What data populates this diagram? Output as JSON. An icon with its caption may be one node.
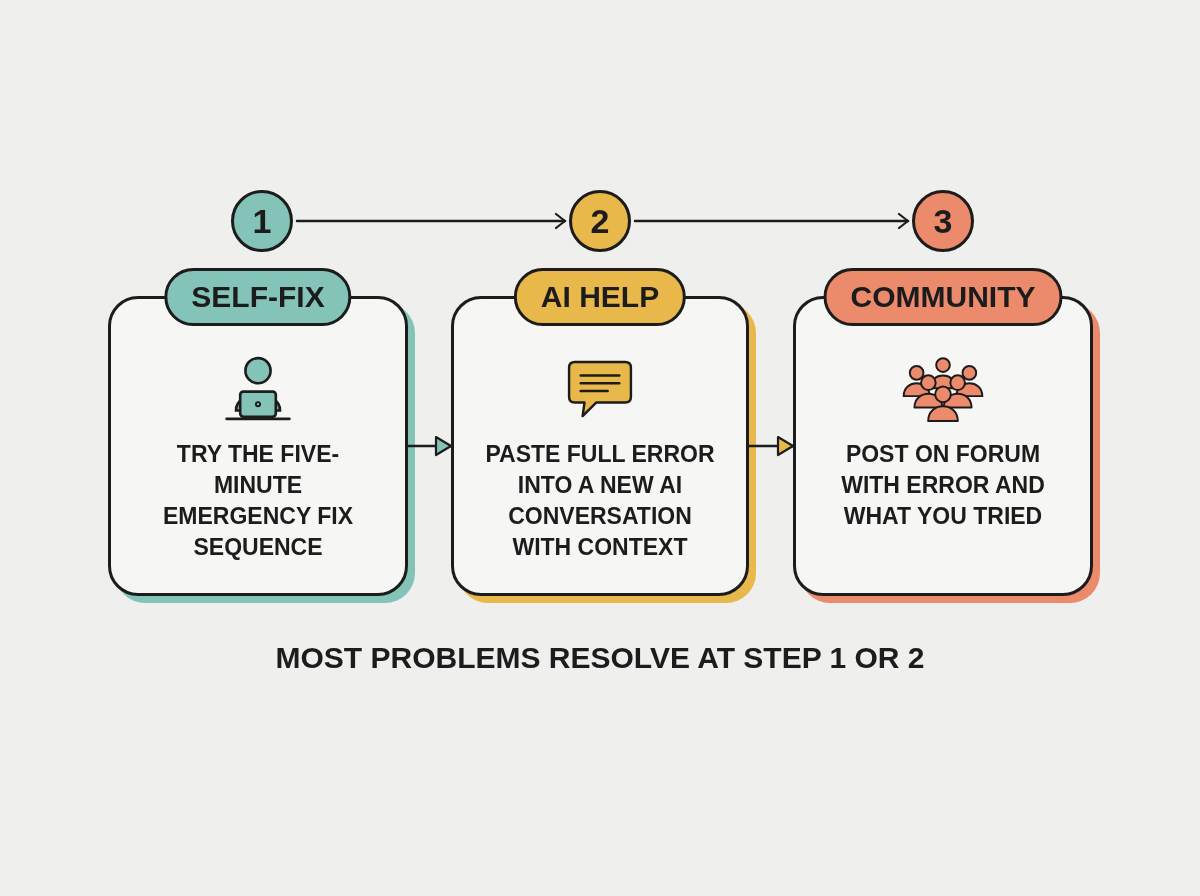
{
  "diagram": {
    "caption": "MOST PROBLEMS RESOLVE AT STEP 1 OR 2",
    "nodes": [
      {
        "text": [
          "1"
        ]
      },
      {
        "text": [
          "2"
        ]
      },
      {
        "text": [
          "3"
        ]
      },
      {
        "text": [
          "SELF-FIX",
          "TRY THE FIVE-MINUTE EMERGENCY FIX SEQUENCE"
        ]
      },
      {
        "text": [
          "AI HELP",
          "PASTE FULL ERROR INTO A NEW AI CONVERSATION WITH CONTEXT"
        ]
      },
      {
        "text": [
          "COMMUNITY",
          "POST ON FORUM WITH ERROR AND WHAT YOU TRIED"
        ]
      }
    ],
    "edges": [
      {
        "from": 0,
        "to": 1,
        "arrow": "to"
      },
      {
        "from": 1,
        "to": 2,
        "arrow": "to"
      },
      {
        "from": 3,
        "to": 4,
        "arrow": "to"
      },
      {
        "from": 4,
        "to": 5,
        "arrow": "to"
      }
    ]
  }
}
